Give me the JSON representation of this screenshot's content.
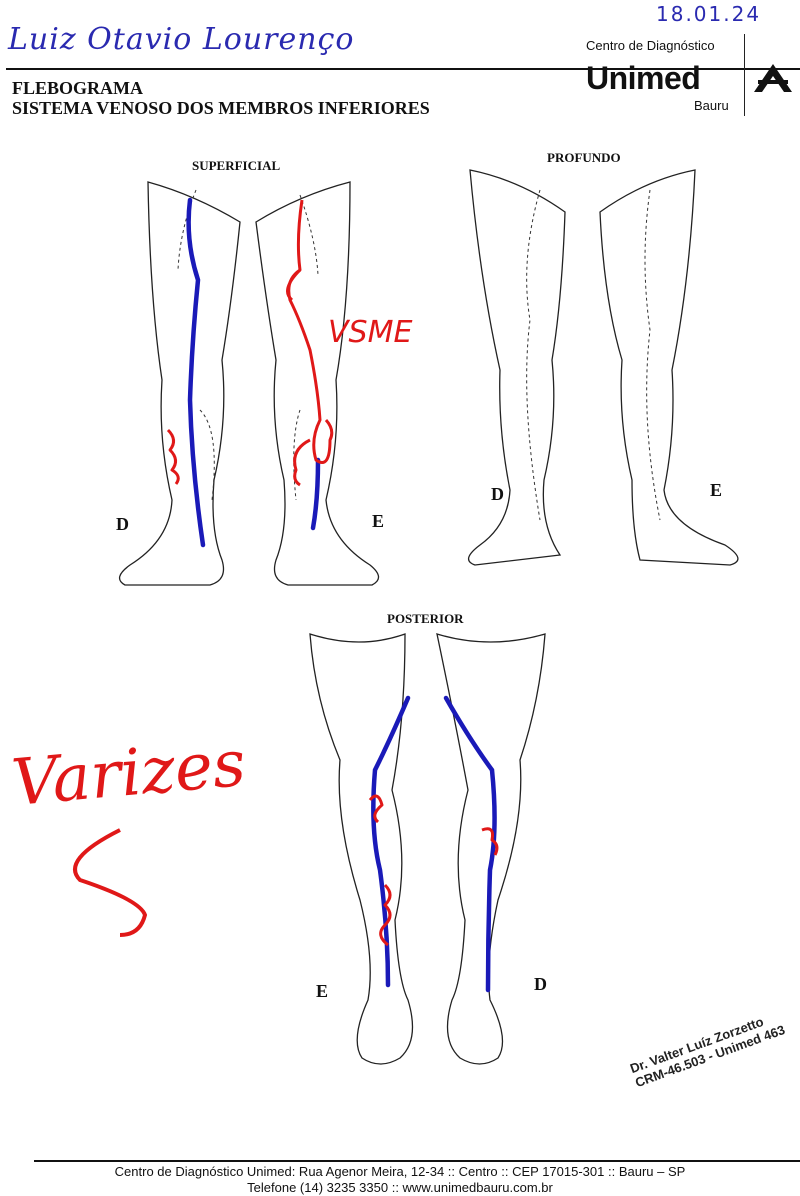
{
  "header": {
    "patient_name": "Luiz Otavio Lourenço",
    "date": "18.01.24",
    "title": "FLEBOGRAMA",
    "subtitle": "SISTEMA VENOSO DOS MEMBROS INFERIORES"
  },
  "brand": {
    "center": "Centro de Diagnóstico",
    "name": "Unimed",
    "city": "Bauru"
  },
  "diagrams": {
    "superficial": {
      "label": "SUPERFICIAL",
      "right": "D",
      "left": "E",
      "annotation": "VSME"
    },
    "profundo": {
      "label": "PROFUNDO",
      "right": "D",
      "left": "E"
    },
    "posterior": {
      "label": "POSTERIOR",
      "left": "E",
      "right": "D"
    }
  },
  "note": "Varizes",
  "stamp": {
    "line1": "Dr. Valter Luíz Zorzetto",
    "line2": "CRM-46.503 - Unimed 463"
  },
  "footer": {
    "line1": "Centro de Diagnóstico Unimed: Rua Agenor Meira, 12-34 :: Centro :: CEP 17015-301 :: Bauru – SP",
    "line2": "Telefone (14) 3235 3350 :: www.unimedbauru.com.br"
  },
  "colors": {
    "vein_blue": "#1a1ab8",
    "varicose_red": "#e01818",
    "ink": "#111111"
  }
}
